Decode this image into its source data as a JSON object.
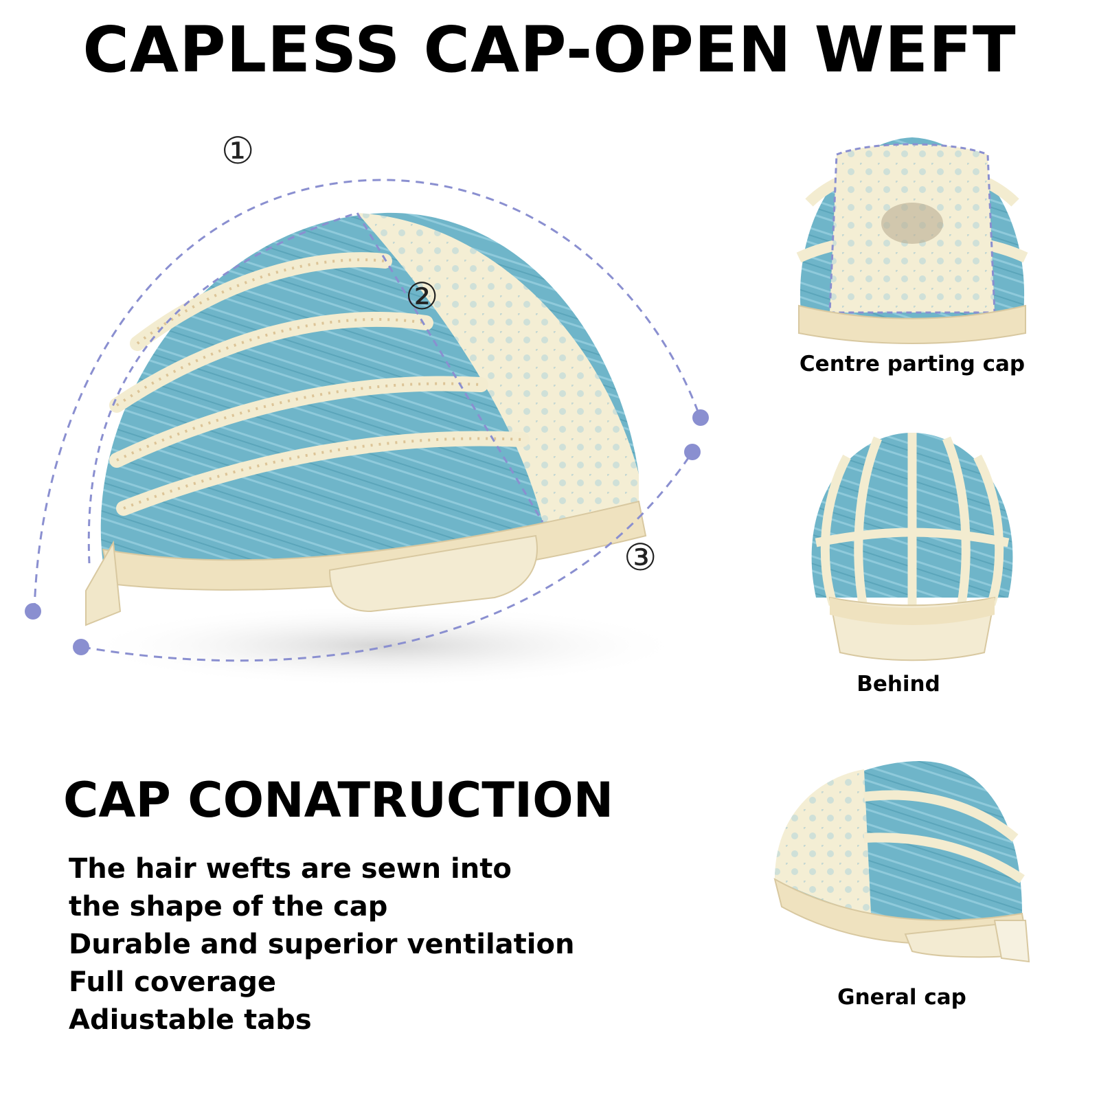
{
  "title": "CAPLESS CAP-OPEN WEFT",
  "main_diagram": {
    "markers": [
      "①",
      "②",
      "③"
    ]
  },
  "views": [
    {
      "label": "Centre parting cap",
      "icon": "centre-parting-cap-image"
    },
    {
      "label": "Behind",
      "icon": "behind-cap-image"
    },
    {
      "label": "Gneral cap",
      "icon": "general-cap-image"
    }
  ],
  "construction": {
    "heading": "CAP CONATRUCTION",
    "features": [
      "The hair wefts are sewn into",
      "the shape of the cap",
      "Durable and superior ventilation",
      "Full coverage",
      "Adiustable tabs"
    ]
  },
  "colors": {
    "hair": "#6fb5c9",
    "lace": "#f3ecd0",
    "band": "#efe2bf",
    "dashed_line": "#8a8fd0"
  }
}
